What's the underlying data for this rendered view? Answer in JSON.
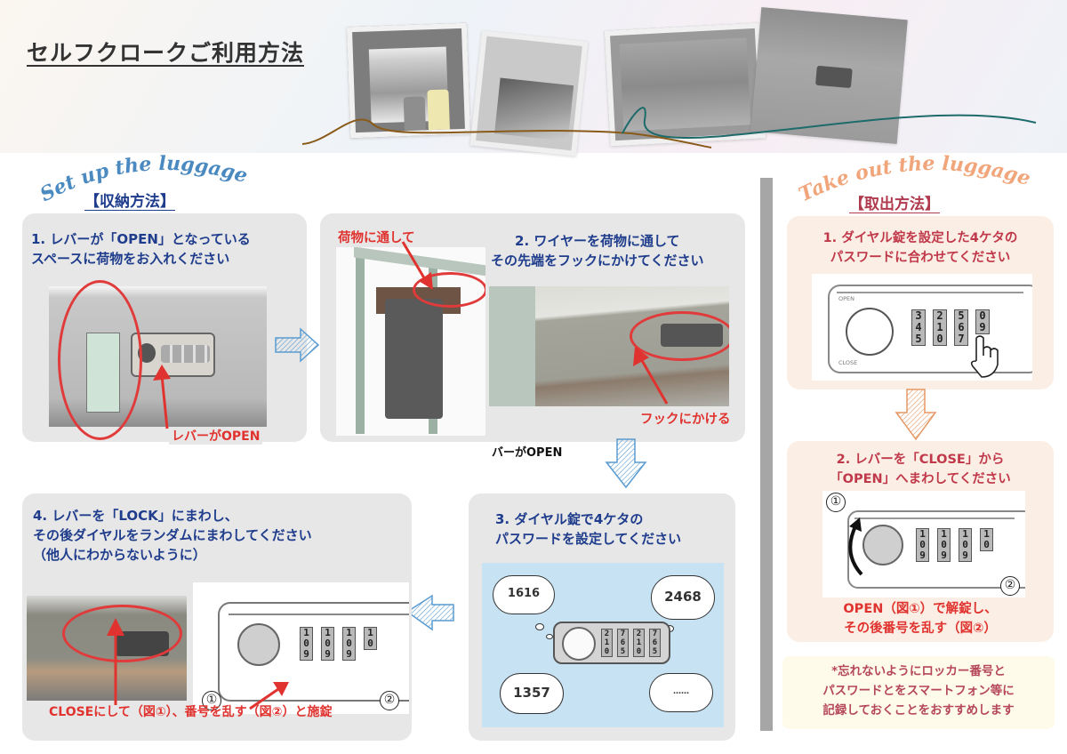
{
  "header": {
    "title": "セルフクロークご利用方法"
  },
  "setup": {
    "arc_title": "Set up the luggage",
    "heading": "【収納方法】",
    "accent_color": "#1f3d8c",
    "steps": [
      {
        "title": "1. レバーが「OPEN」となっている\nスペースに荷物をお入れください",
        "note": "レバーがOPEN"
      },
      {
        "title": "2. ワイヤーを荷物に通して\nその先端をフックにかけてください",
        "note_left": "荷物に通して",
        "note_right": "フックにかける"
      },
      {
        "title": "3. ダイヤル錠で4ケタの\nパスワードを設定してください",
        "clouds": [
          "1616",
          "2468",
          "1357",
          "……"
        ],
        "lock_wheels": [
          [
            "2",
            "1",
            "0"
          ],
          [
            "7",
            "6",
            "5"
          ],
          [
            "2",
            "1",
            "0"
          ],
          [
            "7",
            "6",
            "5"
          ]
        ]
      },
      {
        "title": "4. レバーを「LOCK」にまわし、\nその後ダイヤルをランダムにまわしてください\n（他人にわからないように）",
        "note": "CLOSEにして（図①）、番号を乱す（図②）と施錠",
        "lock_wheels": [
          [
            "1",
            "0",
            "9"
          ],
          [
            "1",
            "0",
            "9"
          ],
          [
            "1",
            "0",
            "9"
          ],
          [
            "1",
            "0"
          ]
        ],
        "markers": [
          "①",
          "②"
        ]
      }
    ],
    "stray_label": "バーがOPEN"
  },
  "takeout": {
    "arc_title": "Take out the luggage",
    "heading": "【取出方法】",
    "accent_color": "#c0394b",
    "steps": [
      {
        "title": "1. ダイヤル錠を設定した4ケタの\nパスワードに合わせてください",
        "lock_wheels": [
          [
            "3",
            "4",
            "5"
          ],
          [
            "2",
            "1",
            "0"
          ],
          [
            "5",
            "6",
            "7"
          ],
          [
            "0",
            "9"
          ]
        ],
        "open_label": "OPEN",
        "close_label": "CLOSE"
      },
      {
        "title": "2. レバーを「CLOSE」から\n「OPEN」へまわしてください",
        "lock_wheels": [
          [
            "1",
            "0",
            "9"
          ],
          [
            "1",
            "0",
            "9"
          ],
          [
            "1",
            "0",
            "9"
          ],
          [
            "1",
            "0"
          ]
        ],
        "markers": [
          "①",
          "②"
        ],
        "note": "OPEN（図①）で解錠し、\nその後番号を乱す（図②）"
      }
    ],
    "memo": "*忘れないようにロッカー番号と\nパスワードとをスマートフォン等に\n記録しておくことをおすすめします"
  }
}
